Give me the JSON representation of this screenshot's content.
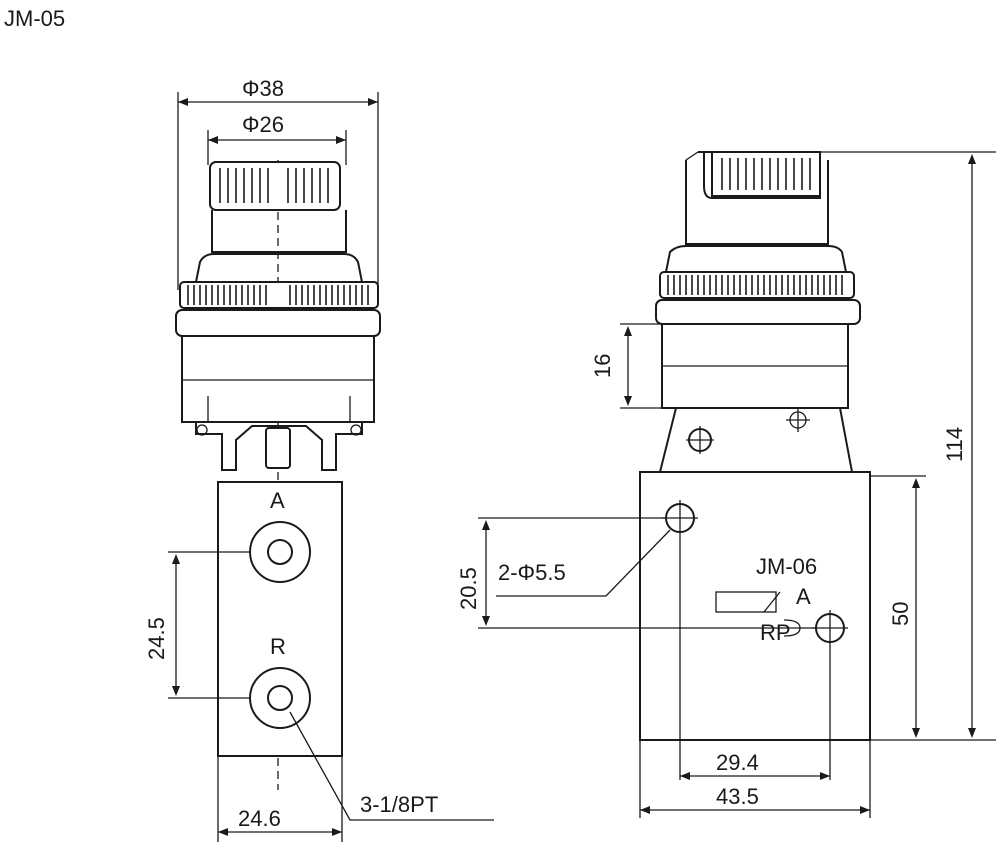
{
  "title": "JM-05",
  "left_view": {
    "dim_outer_diameter": "Φ38",
    "dim_inner_diameter": "Φ26",
    "port_a_label": "A",
    "port_r_label": "R",
    "dim_port_spacing": "24.5",
    "dim_body_width": "24.6",
    "thread_callout": "3-1/8PT"
  },
  "right_view": {
    "model_label": "JM-06",
    "dim_total_height": "114",
    "dim_body_height": "50",
    "dim_cap_height": "16",
    "dim_hole_spacing": "20.5",
    "hole_callout": "2-Φ5.5",
    "symbol_a_label": "A",
    "symbol_rp_label": "RP",
    "dim_hole_center_width": "29.4",
    "dim_body_width": "43.5"
  }
}
